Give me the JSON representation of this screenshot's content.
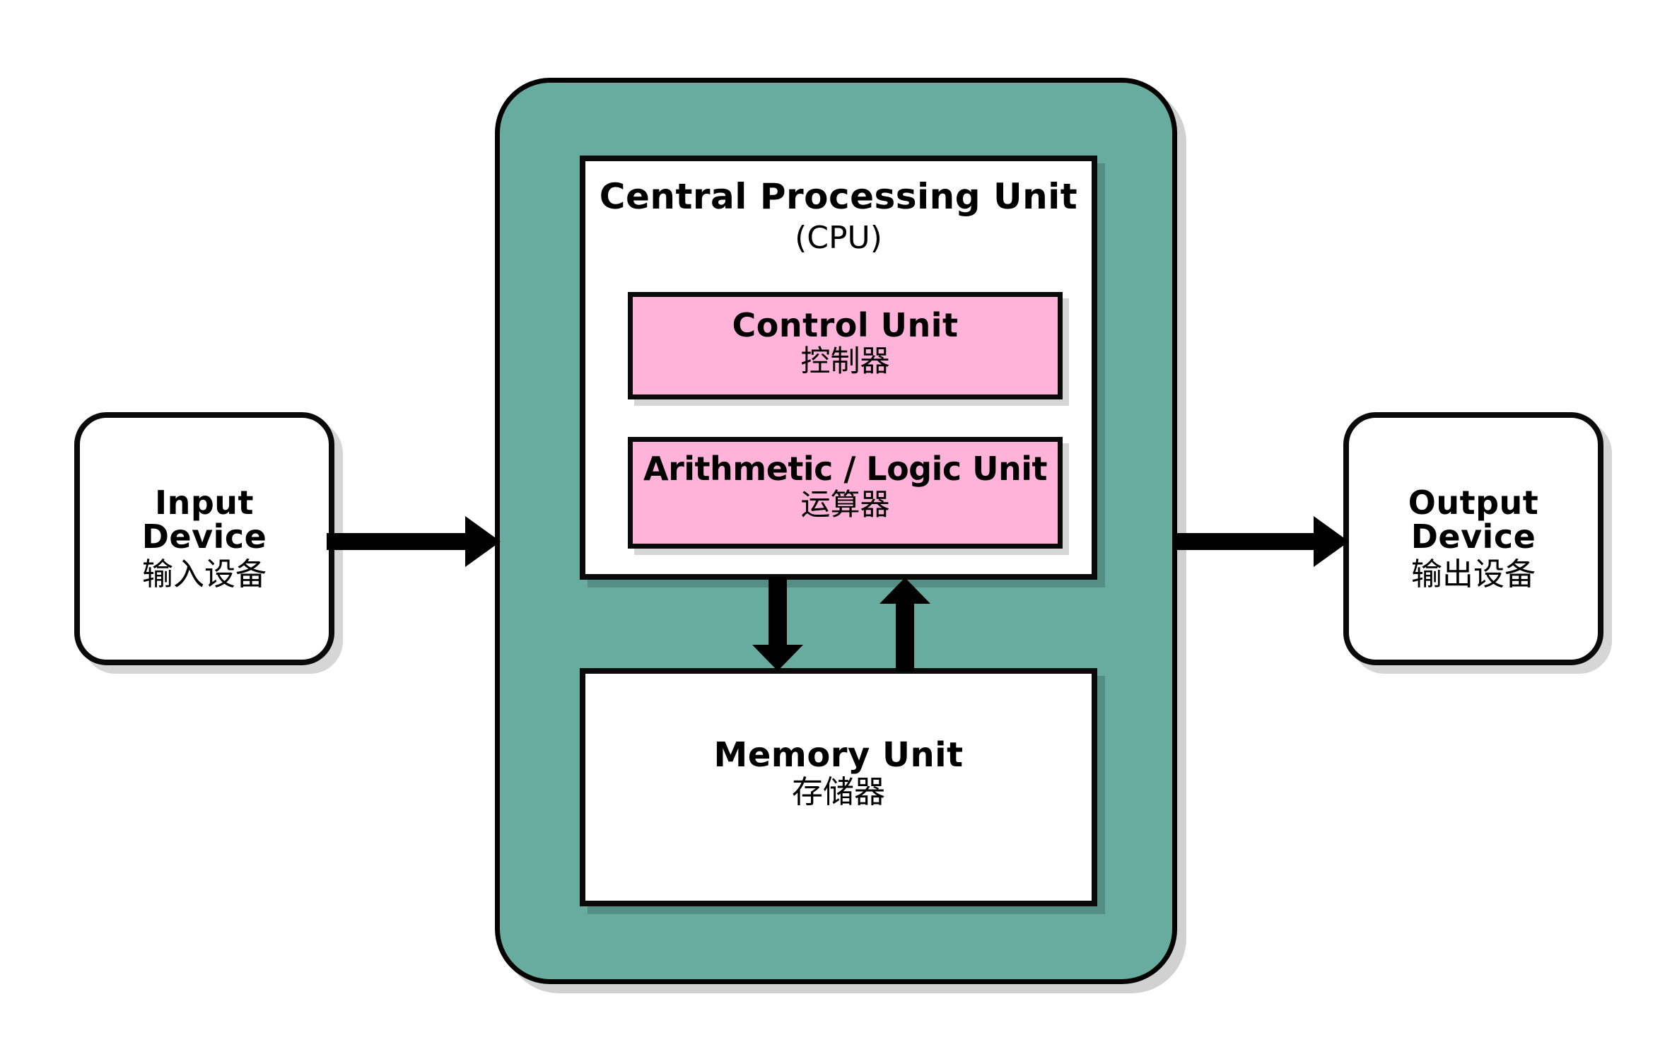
{
  "diagram": {
    "title": "Von Neumann computer architecture block diagram",
    "colors": {
      "system_container_fill": "#67ac9e",
      "sub_unit_fill": "#ffb3d9",
      "box_fill": "#ffffff",
      "stroke": "#000000",
      "background": "#ffffff"
    }
  },
  "input_device": {
    "label_en_line1": "Input",
    "label_en_line2": "Device",
    "label_cn": "输入设备"
  },
  "output_device": {
    "label_en_line1": "Output",
    "label_en_line2": "Device",
    "label_cn": "输出设备"
  },
  "cpu": {
    "title_en": "Central Processing Unit",
    "title_abbr": "(CPU)",
    "units": [
      {
        "label_en": "Control Unit",
        "label_cn": "控制器"
      },
      {
        "label_en": "Arithmetic / Logic Unit",
        "label_cn": "运算器"
      }
    ]
  },
  "memory": {
    "label_en": "Memory Unit",
    "label_cn": "存储器"
  },
  "arrows": [
    {
      "name": "input-to-cpu",
      "direction": "right"
    },
    {
      "name": "cpu-to-output",
      "direction": "right"
    },
    {
      "name": "cpu-to-memory",
      "direction": "down"
    },
    {
      "name": "memory-to-cpu",
      "direction": "up"
    }
  ]
}
